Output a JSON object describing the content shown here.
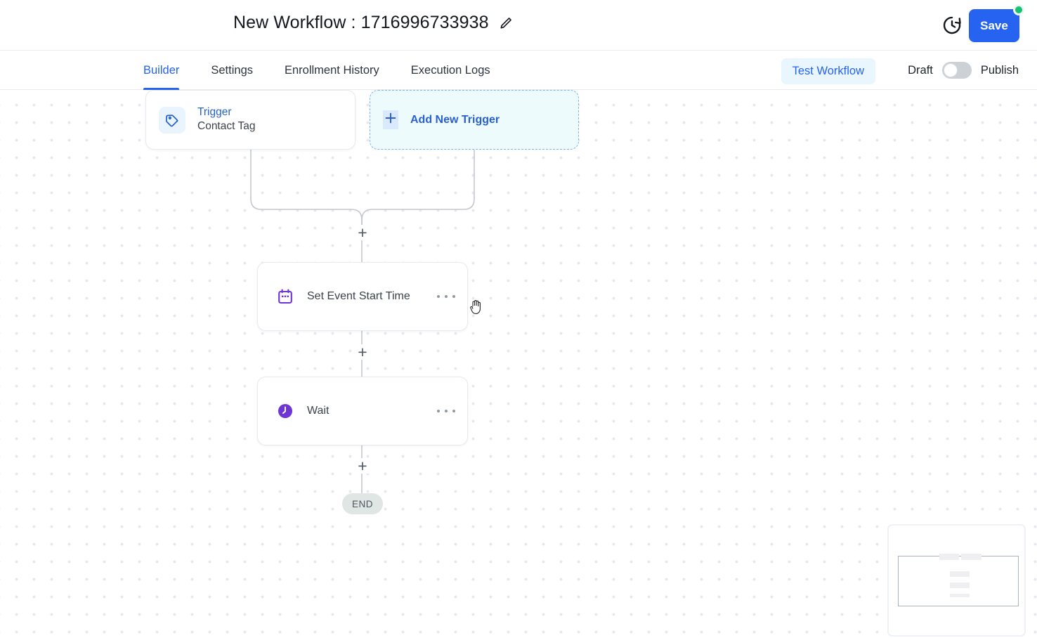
{
  "header": {
    "title": "New Workflow : 1716996733938",
    "edit_icon": "pencil-icon",
    "history_icon": "clock-history-icon",
    "save_label": "Save",
    "save_color": "#2563f0",
    "badge_color": "#16c174"
  },
  "tabs": [
    {
      "label": "Builder",
      "active": true
    },
    {
      "label": "Settings",
      "active": false
    },
    {
      "label": "Enrollment History",
      "active": false
    },
    {
      "label": "Execution Logs",
      "active": false
    }
  ],
  "actions": {
    "test_workflow": "Test Workflow",
    "draft_label": "Draft",
    "publish_label": "Publish",
    "toggle_state": "off"
  },
  "canvas": {
    "trigger": {
      "title": "Trigger",
      "subtitle": "Contact Tag",
      "icon": "tag-icon",
      "accent": "#2563c9"
    },
    "add_trigger": {
      "label": "Add New Trigger",
      "icon": "plus-icon",
      "accent": "#2a5fd0"
    },
    "nodes": [
      {
        "label": "Set Event Start Time",
        "icon": "calendar-icon",
        "accent": "#6d34d6",
        "menu": "more-options"
      },
      {
        "label": "Wait",
        "icon": "clock-icon",
        "accent": "#6d34d6",
        "menu": "more-options"
      }
    ],
    "end_label": "END",
    "add_step_label": "+"
  },
  "minimap": {
    "name": "canvas-minimap"
  }
}
